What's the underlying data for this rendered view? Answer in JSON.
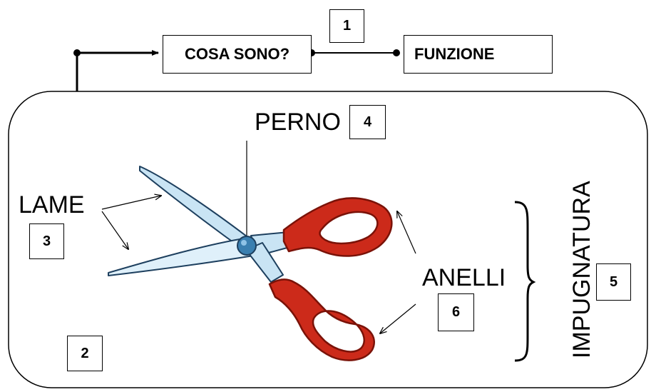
{
  "header": {
    "cosa_sono": "COSA SONO?",
    "funzione": "FUNZIONE",
    "number_1": "1"
  },
  "panel": {
    "number_2": "2"
  },
  "labels": {
    "lame": "LAME",
    "number_3": "3",
    "perno": "PERNO",
    "number_4": "4",
    "impugnatura": "IMPUGNATURA",
    "number_5": "5",
    "anelli": "ANELLI",
    "number_6": "6"
  },
  "colors": {
    "handle": "#cc2a1a",
    "handle_dark": "#7a1208",
    "blade": "#c9e4f4",
    "blade_edge": "#1d3f5e",
    "pivot": "#3a7fb0"
  }
}
